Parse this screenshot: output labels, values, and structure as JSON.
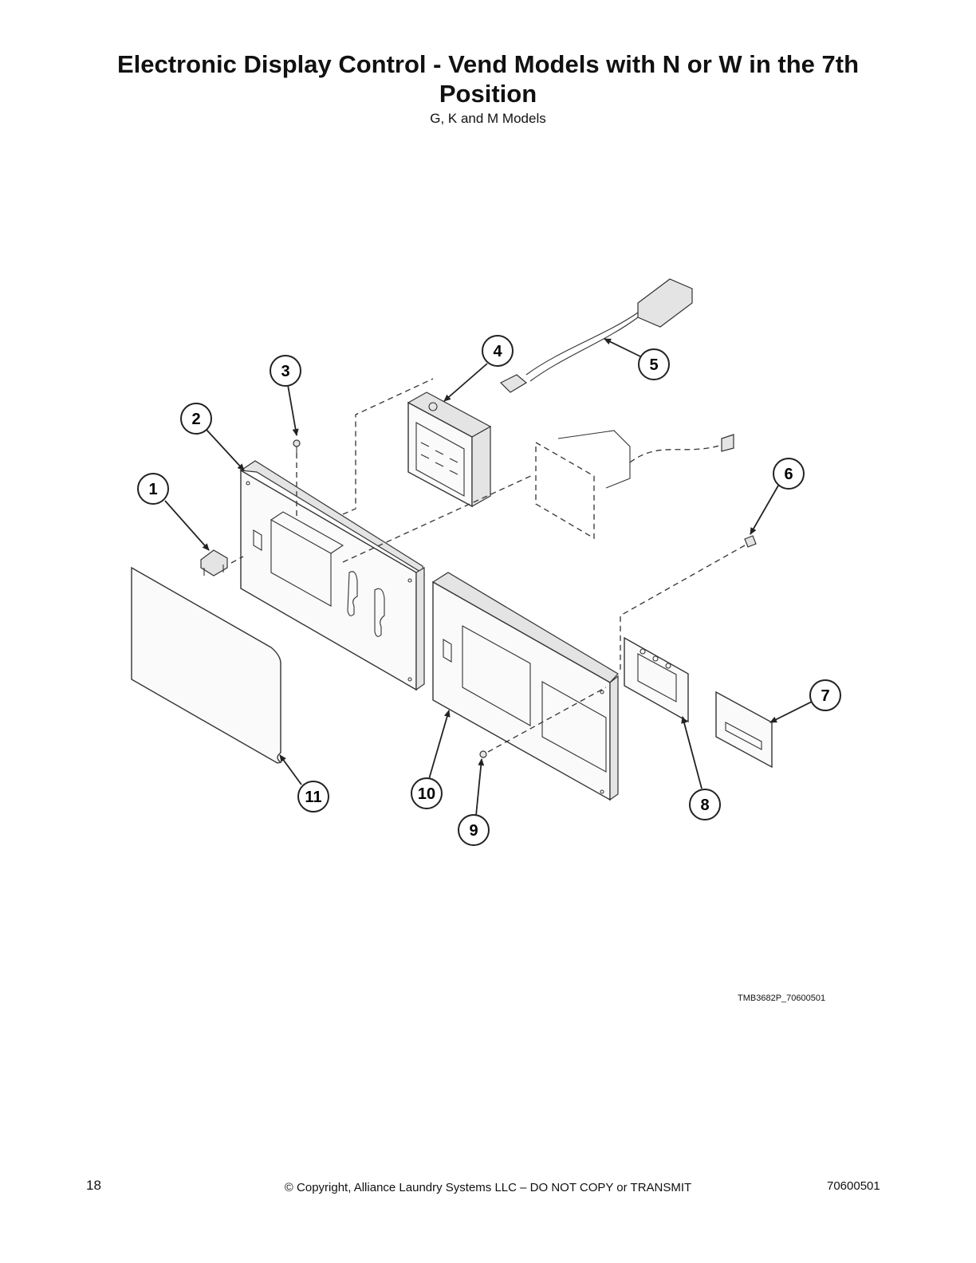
{
  "header": {
    "title_line1": "Electronic Display Control - Vend Models with N or W in the 7th",
    "title_line2": "Position",
    "subtitle": "G, K and M Models"
  },
  "diagram": {
    "callouts": [
      "1",
      "2",
      "3",
      "4",
      "5",
      "6",
      "7",
      "8",
      "9",
      "10",
      "11"
    ],
    "figure_ref": "TMB3682P_70600501"
  },
  "footer": {
    "page_number": "18",
    "copyright": "© Copyright, Alliance Laundry Systems LLC – DO NOT COPY or TRANSMIT",
    "document_number": "70600501"
  }
}
